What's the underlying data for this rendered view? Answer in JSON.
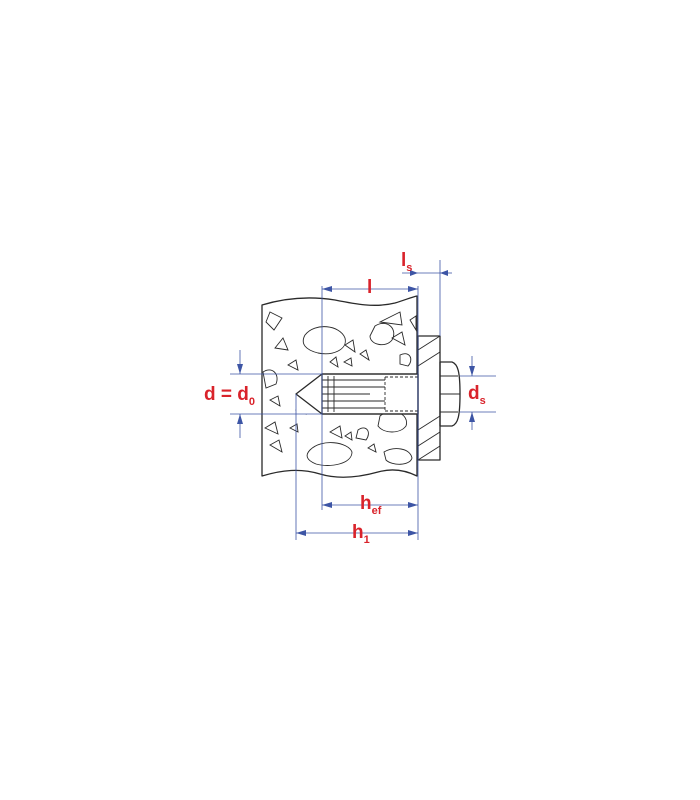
{
  "diagram": {
    "labels": {
      "ls_main": "l",
      "ls_sub": "s",
      "l_main": "l",
      "d_main": "d = d",
      "d_sub": "0",
      "ds_main": "d",
      "ds_sub": "s",
      "hef_main": "h",
      "hef_sub": "ef",
      "h1_main": "h",
      "h1_sub": "1"
    },
    "colors": {
      "label": "#d9232b",
      "dimension": "#3d55a5",
      "outline": "#2a2a2a"
    }
  }
}
